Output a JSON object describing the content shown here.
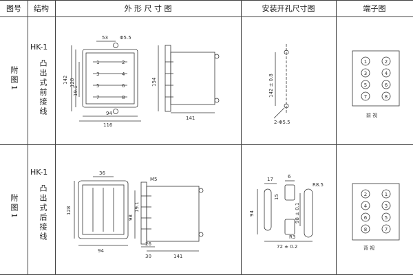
{
  "headers": {
    "fig_no": "图号",
    "structure": "结构",
    "outline": "外 形 尺 寸 图",
    "mount": "安装开孔尺寸图",
    "terminal": "端子图"
  },
  "rows": [
    {
      "fig_label": "附图1",
      "model": "HK-1",
      "structure_text": "凸出式前接线",
      "dims": {
        "w53": "53",
        "hole": "Φ5.5",
        "w94": "94",
        "w116": "116",
        "h142": "142",
        "h128": "128",
        "s1": "19.1",
        "s2": "19.1",
        "s3": "19.1",
        "h154": "154",
        "d141": "141",
        "m_h": "142 ± 0.8",
        "m_hole": "2-Φ5.5"
      },
      "pins_left": [
        "1",
        "2",
        "3",
        "4",
        "5",
        "6",
        "7",
        "8"
      ],
      "terminals": [
        "1",
        "2",
        "3",
        "4",
        "5",
        "6",
        "7",
        "8"
      ],
      "view": "前 视"
    },
    {
      "fig_label": "附图1",
      "model": "HK-1",
      "structure_text": "凸出式后接线",
      "dims": {
        "w36": "36",
        "w94": "94",
        "h128": "128",
        "m5": "M5",
        "h98": "98",
        "s1": "19.1",
        "s2": "19.1",
        "s3": "19.1",
        "d26": "26",
        "d30": "30",
        "d141": "141",
        "m17": "17",
        "m6": "6",
        "r85": "R8.5",
        "m15": "15",
        "m98": "98 ± 0.1",
        "r3": "R3",
        "m94": "94",
        "m72": "72 ± 0.2"
      },
      "terminals": [
        "2",
        "1",
        "4",
        "3",
        "6",
        "5",
        "8",
        "7"
      ],
      "view": "背 视"
    }
  ]
}
